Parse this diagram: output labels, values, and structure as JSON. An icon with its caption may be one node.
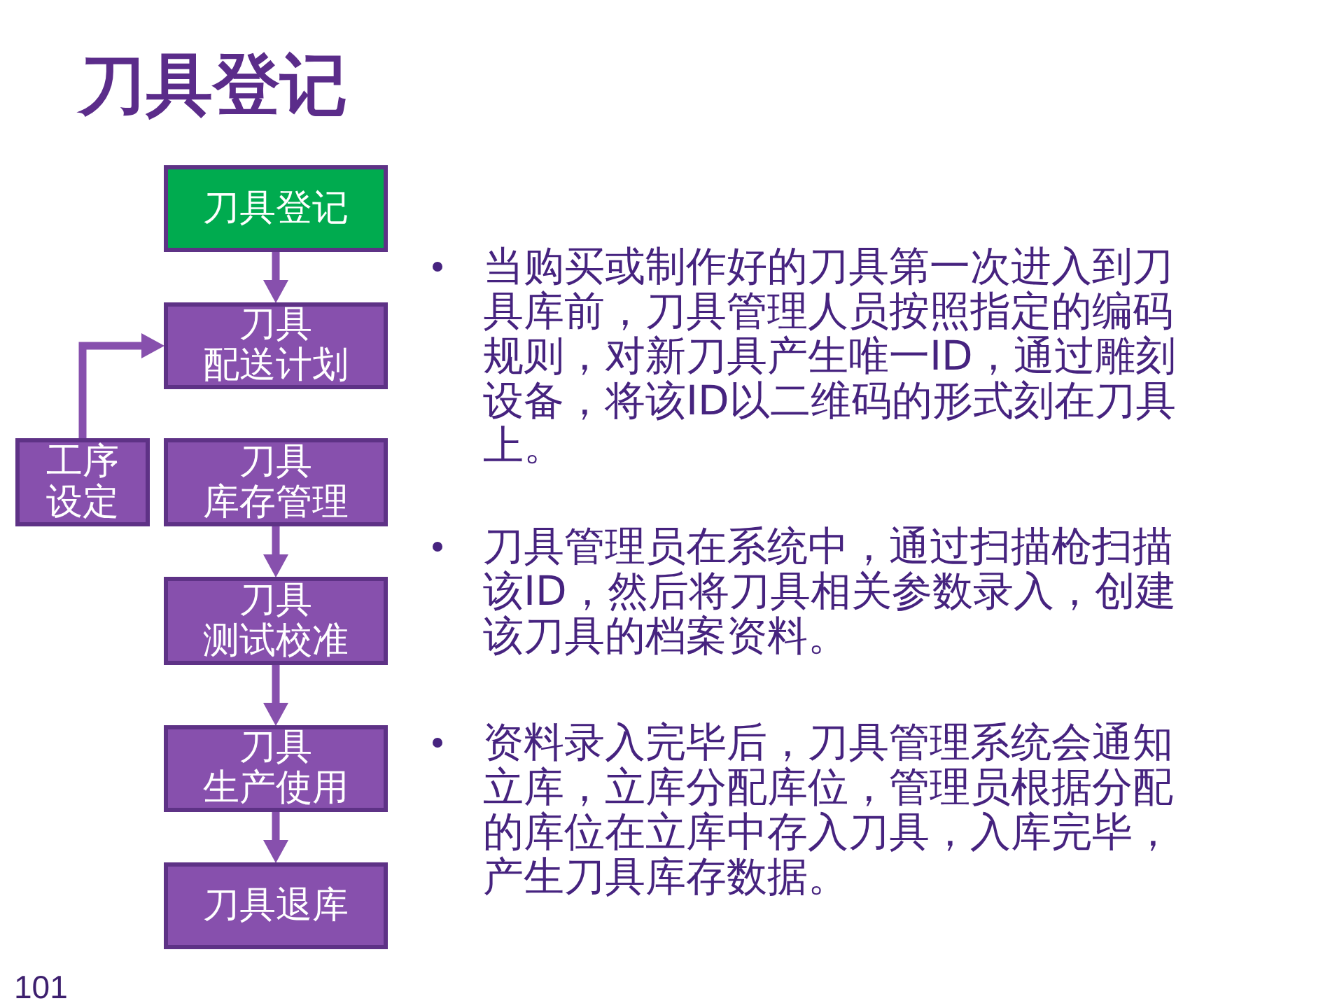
{
  "diagram": {
    "title": "刀具登记",
    "nodes": [
      {
        "text": [
          "刀具登记"
        ]
      },
      {
        "text": [
          "刀具配送计划"
        ]
      },
      {
        "text": [
          "工序设定"
        ]
      },
      {
        "text": [
          "刀具库存管理"
        ]
      },
      {
        "text": [
          "刀具测试校准"
        ]
      },
      {
        "text": [
          "刀具生产使用"
        ]
      },
      {
        "text": [
          "刀具退库"
        ]
      }
    ],
    "edges": [
      {
        "from": 0,
        "to": 1,
        "arrow": "to"
      },
      {
        "from": 2,
        "to": 1,
        "arrow": "to"
      },
      {
        "from": 3,
        "to": 4,
        "arrow": "to"
      },
      {
        "from": 4,
        "to": 5,
        "arrow": "to"
      },
      {
        "from": 5,
        "to": 6,
        "arrow": "to"
      }
    ],
    "labels": [
      "当购买或制作好的刀具第一次进入到刀具库前，刀具管理人员按照指定的编码规则，对新刀具产生唯一ID，通过雕刻设备，将该ID以二维码的形式刻在刀具上。",
      "刀具管理员在系统中，通过扫描枪扫描该ID，然后将刀具相关参数录入，创建该刀具的档案资料。",
      "资料录入完毕后，刀具管理系统会通知立库，立库分配库位，管理员根据分配的库位在立库中存入刀具，入库完毕，产生刀具库存数据。",
      "101"
    ]
  }
}
